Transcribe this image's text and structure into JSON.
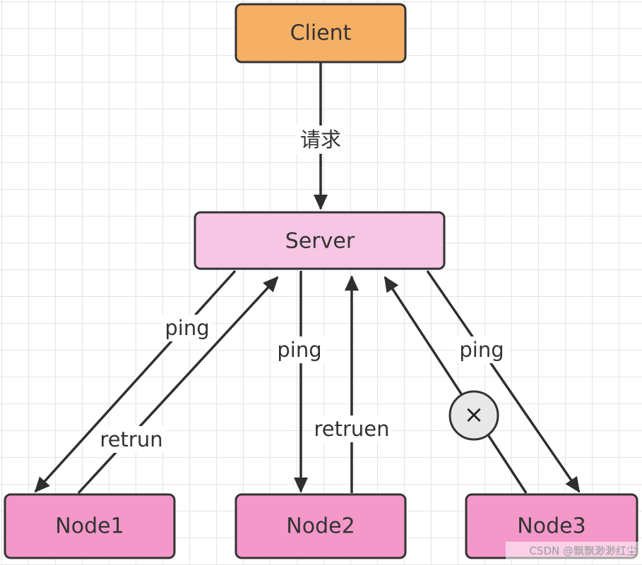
{
  "nodes": {
    "client": {
      "label": "Client",
      "fill": "#f5b066"
    },
    "server": {
      "label": "Server",
      "fill": "#f7c6e4"
    },
    "node1": {
      "label": "Node1",
      "fill": "#f398c9"
    },
    "node2": {
      "label": "Node2",
      "fill": "#f398c9"
    },
    "node3": {
      "label": "Node3",
      "fill": "#f398c9"
    }
  },
  "edges": {
    "client_to_server": {
      "label": "请求"
    },
    "server_to_node1": {
      "label": "ping"
    },
    "node1_to_server": {
      "label": "retrun"
    },
    "server_to_node2": {
      "label": "ping"
    },
    "node2_to_server": {
      "label": "retruen"
    },
    "server_to_node3": {
      "label": "ping"
    },
    "node3_to_server": {
      "label": "",
      "blocked": true,
      "blocked_symbol": "×"
    }
  },
  "watermark": "CSDN @飘飘渺渺红尘"
}
